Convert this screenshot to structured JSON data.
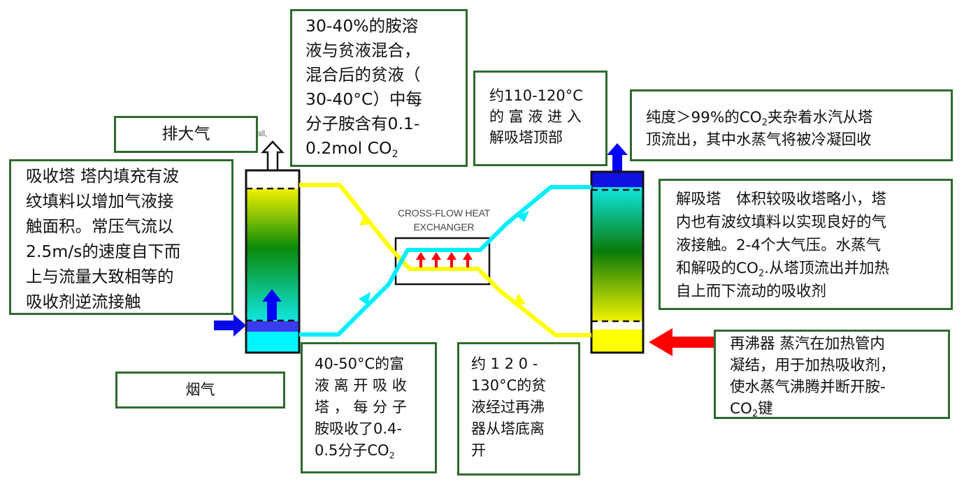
{
  "diagram": {
    "type": "amine CO2 capture process flow",
    "colors": {
      "note_border": "#2e6b2e",
      "lean_solvent": "#ffff00",
      "rich_solvent": "#00e5f0",
      "gas_flow": "#0000ff",
      "steam_heat": "#ff0000",
      "column_green": "#008000"
    },
    "stray_text": "all,",
    "heat_exchanger": {
      "label_line1": "CROSS-FLOW HEAT",
      "label_line2": "EXCHANGER"
    },
    "notes": {
      "exhaust": {
        "text": "排大气"
      },
      "flue_gas": {
        "text": "烟气"
      },
      "absorber": {
        "lines": [
          "吸收塔 塔内填充有波",
          "纹填料以增加气液接",
          "触面积。常压气流以",
          "2.5m/s的速度自下而",
          "上与流量大致相等的",
          "吸收剂逆流接触"
        ]
      },
      "amine_mix": {
        "lines": [
          "30-40%的胺溶",
          "液与贫液混合，",
          "混合后的贫液（",
          "30-40°C）中每",
          "分子胺含有0.1-"
        ],
        "last_prefix": "0.2mol CO",
        "last_sub": "2"
      },
      "rich_in": {
        "lines": [
          "约110-120°C",
          "的 富 液 进 入",
          "解吸塔顶部"
        ]
      },
      "co2_out": {
        "line1_prefix": "纯度＞99%的CO",
        "line1_sub": "2",
        "line1_suffix": "夹杂着水汽从塔",
        "line2": "顶流出，其中水蒸气将被冷凝回收"
      },
      "stripper": {
        "lines": [
          "解吸塔　体积较吸收塔略小，塔",
          "内也有波纹填料以实现良好的气",
          "液接触。2-4个大气压。水蒸气"
        ],
        "line4_prefix": "和解吸的CO",
        "line4_sub": "2",
        "line4_suffix": ".从塔顶流出并加热",
        "line5": "自上而下流动的吸收剂"
      },
      "reboiler": {
        "lines": [
          "再沸器  蒸汽在加热管内",
          "凝结，用于加热吸收剂，",
          "使水蒸气沸腾并断开胺-"
        ],
        "last_prefix": "CO",
        "last_sub": "2",
        "last_suffix": "键"
      },
      "rich_out": {
        "lines": [
          "40-50°C的富",
          "液 离 开 吸 收",
          "塔 ， 每 分 子",
          "胺吸收了0.4-"
        ],
        "last_prefix": "0.5分子CO",
        "last_sub": "2"
      },
      "lean_out": {
        "lines": [
          "约 1 2 0 -",
          "130°C的贫",
          "液经过再沸",
          "器从塔底离",
          "开"
        ]
      }
    }
  }
}
